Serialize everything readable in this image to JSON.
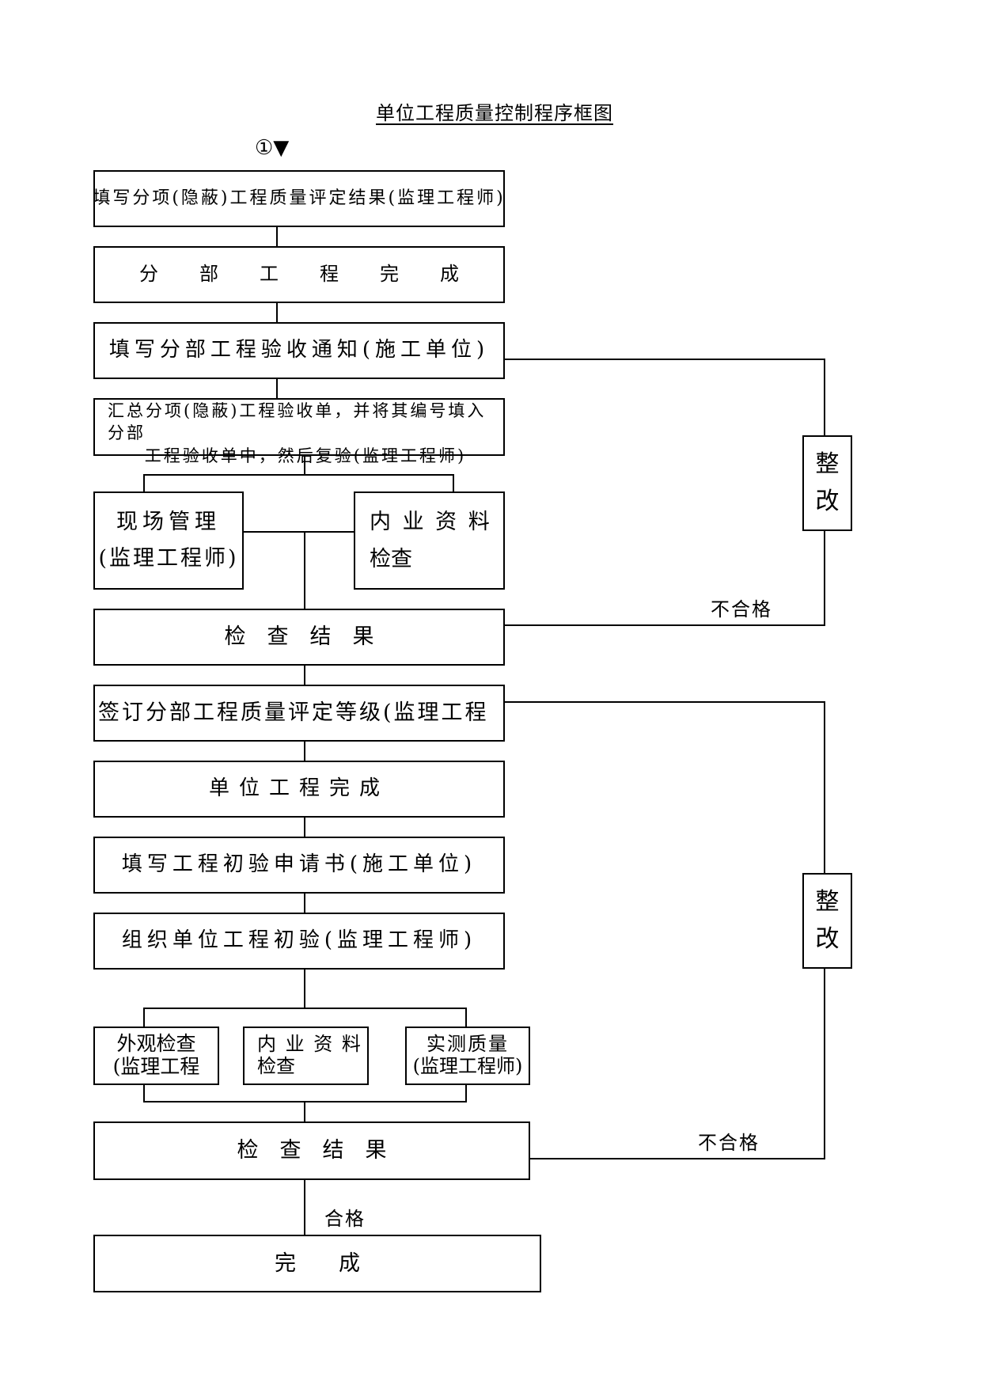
{
  "title": "单位工程质量控制程序框图",
  "start_marker": "①▼",
  "boxes": {
    "b1": "填写分项(隐蔽)工程质量评定结果(监理工程师)",
    "b2": "分部工程完成",
    "b3": "填写分部工程验收通知(施工单位)",
    "b4_line1": "汇总分项(隐蔽)工程验收单，并将其编号填入分部",
    "b4_line2": "工程验收单中，然后复验(监理工程师)",
    "b5a_line1": "现场管理",
    "b5a_line2": "(监理工程师)",
    "b5b_line1": "内 业 资 料",
    "b5b_line2": "检查",
    "b6": "检　查　结　果",
    "b7": "签订分部工程质量评定等级(监理工程",
    "b8": "单位工程完成",
    "b9": "填写工程初验申请书(施工单位)",
    "b10": "组织单位工程初验(监理工程师)",
    "b11a_line1": "外观检查",
    "b11a_line2": "(监理工程",
    "b11b_line1": "内 业 资 料",
    "b11b_line2": "检查",
    "b11c_line1": "实测质量",
    "b11c_line2": "(监理工程师)",
    "b12": "检　查　结　果",
    "b13": "完　　成"
  },
  "rectify": {
    "upper_char1": "整",
    "upper_char2": "改",
    "lower_char1": "整",
    "lower_char2": "改"
  },
  "labels": {
    "fail_upper": "不合格",
    "fail_lower": "不合格",
    "pass": "合格"
  }
}
